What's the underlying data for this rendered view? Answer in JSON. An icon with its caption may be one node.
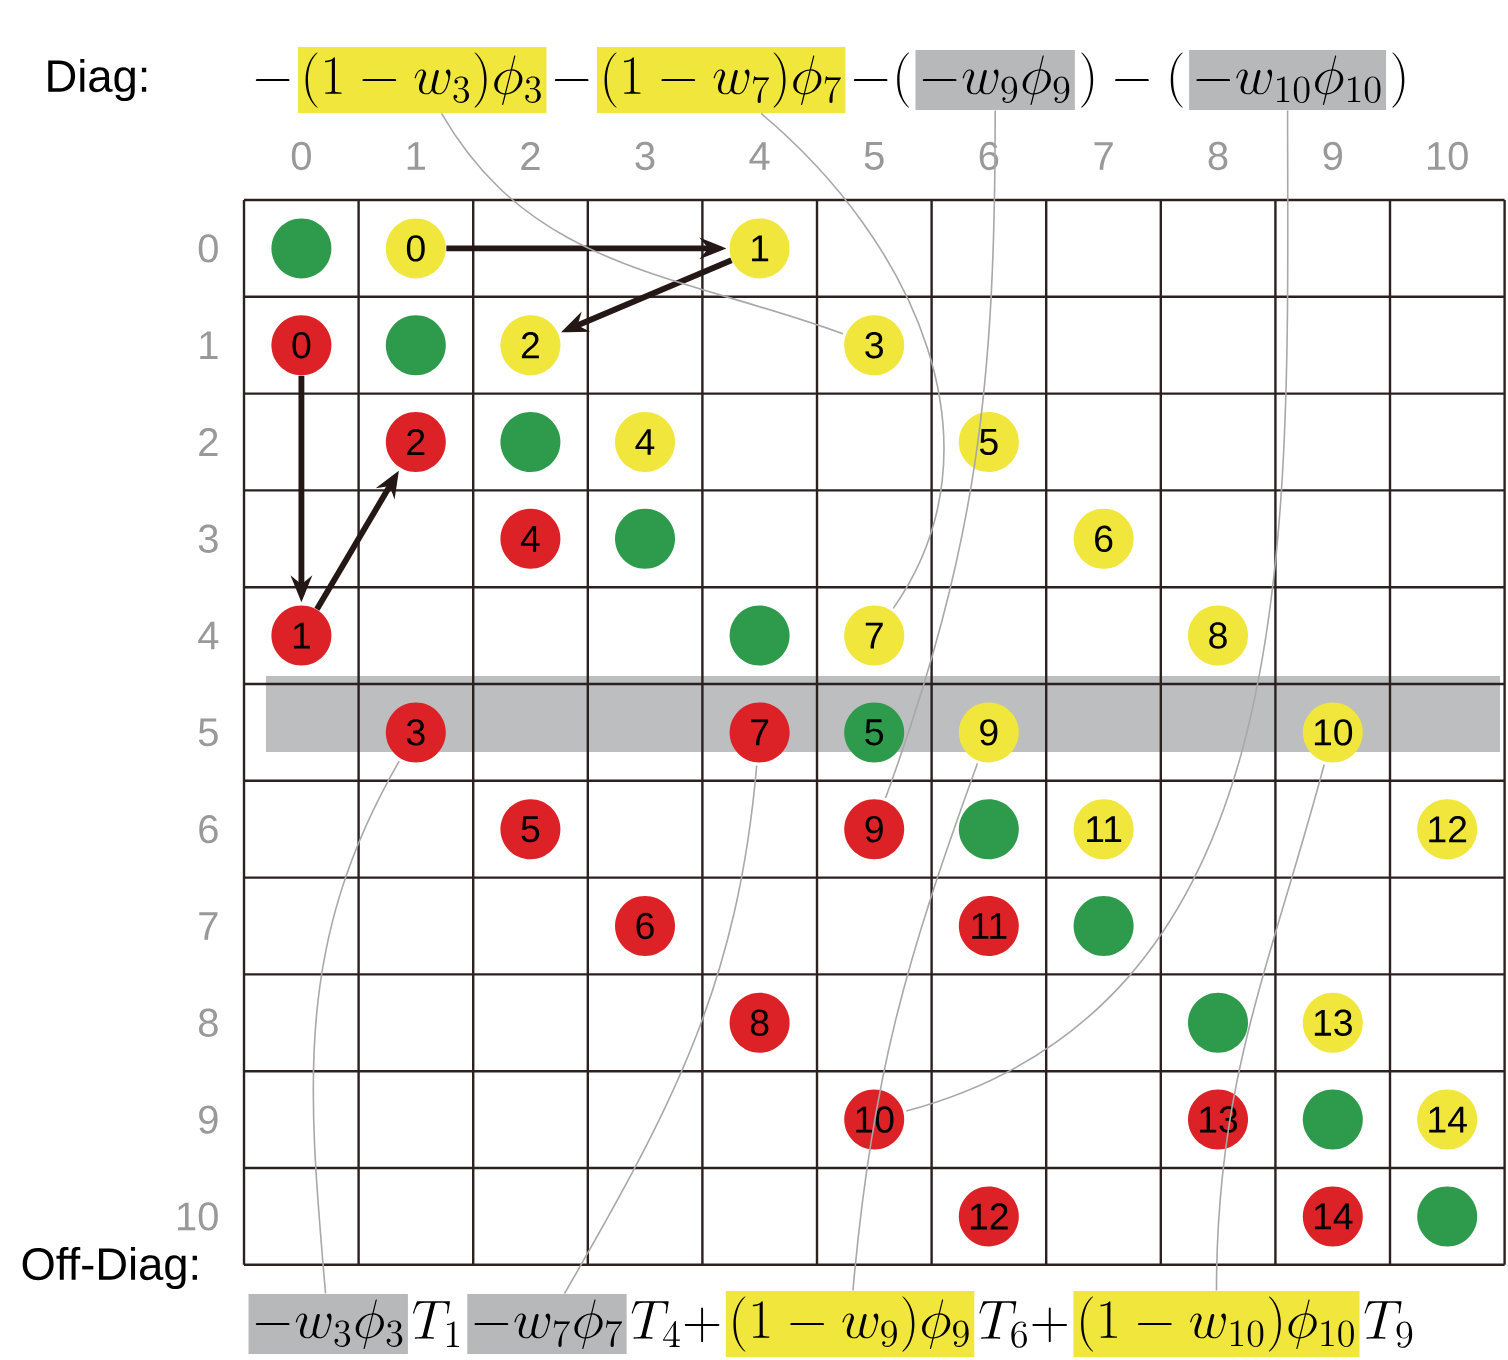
{
  "diagram": {
    "nodes": [
      {
        "text": [
          "(1-w_3)\\phi_3"
        ]
      },
      {
        "text": [
          "(1-w_7)\\phi_7"
        ]
      },
      {
        "text": [
          "-w_9\\phi_9"
        ]
      },
      {
        "text": [
          "-w_{10}\\phi_{10}"
        ]
      },
      {
        "text": [],
        "shape": "circle"
      },
      {
        "text": [
          "0"
        ]
      },
      {
        "text": [
          "1"
        ]
      },
      {
        "text": [
          "0"
        ]
      },
      {
        "text": [],
        "shape": "circle"
      },
      {
        "text": [
          "2"
        ]
      },
      {
        "text": [
          "3"
        ]
      },
      {
        "text": [
          "2"
        ]
      },
      {
        "text": [],
        "shape": "circle"
      },
      {
        "text": [
          "4"
        ]
      },
      {
        "text": [
          "5"
        ]
      },
      {
        "text": [
          "4"
        ]
      },
      {
        "text": [],
        "shape": "circle"
      },
      {
        "text": [
          "6"
        ]
      },
      {
        "text": [
          "1"
        ]
      },
      {
        "text": [],
        "shape": "circle"
      },
      {
        "text": [
          "7"
        ]
      },
      {
        "text": [
          "8"
        ]
      },
      {
        "text": [
          "3"
        ]
      },
      {
        "text": [
          "7"
        ]
      },
      {
        "text": [
          "5"
        ]
      },
      {
        "text": [
          "9"
        ]
      },
      {
        "text": [
          "10"
        ]
      },
      {
        "text": [
          "5"
        ]
      },
      {
        "text": [
          "9"
        ]
      },
      {
        "text": [],
        "shape": "circle"
      },
      {
        "text": [
          "11"
        ]
      },
      {
        "text": [
          "12"
        ]
      },
      {
        "text": [
          "6"
        ]
      },
      {
        "text": [
          "11"
        ]
      },
      {
        "text": [],
        "shape": "circle"
      },
      {
        "text": [
          "8"
        ]
      },
      {
        "text": [],
        "shape": "circle"
      },
      {
        "text": [
          "13"
        ]
      },
      {
        "text": [
          "10"
        ]
      },
      {
        "text": [
          "13"
        ]
      },
      {
        "text": [],
        "shape": "circle"
      },
      {
        "text": [
          "14"
        ]
      },
      {
        "text": [
          "12"
        ]
      },
      {
        "text": [
          "14"
        ]
      },
      {
        "text": [],
        "shape": "circle"
      },
      {
        "text": [
          "-w_3\\phi_3"
        ]
      },
      {
        "text": [
          "-w_7\\phi_7"
        ]
      },
      {
        "text": [
          "(1-w_9)\\phi_9"
        ]
      },
      {
        "text": [
          "(1-w_{10})\\phi_{10}"
        ]
      }
    ],
    "edges": [
      {
        "from": 5,
        "to": 6,
        "arrow": "to",
        "style": "thick",
        "color": "#231815"
      },
      {
        "from": 6,
        "to": 9,
        "arrow": "to",
        "style": "thick",
        "color": "#231815"
      },
      {
        "from": 7,
        "to": 18,
        "arrow": "to",
        "style": "thick",
        "color": "#231815"
      },
      {
        "from": 18,
        "to": 11,
        "arrow": "to",
        "style": "thick",
        "color": "#231815"
      },
      {
        "from": 0,
        "to": 10,
        "arrow": "none"
      },
      {
        "from": 1,
        "to": 20,
        "arrow": "none"
      },
      {
        "from": 2,
        "to": 28,
        "arrow": "none"
      },
      {
        "from": 3,
        "to": 38,
        "arrow": "none"
      },
      {
        "from": 45,
        "to": 22,
        "arrow": "none"
      },
      {
        "from": 46,
        "to": 23,
        "arrow": "none"
      },
      {
        "from": 47,
        "to": 25,
        "arrow": "none"
      },
      {
        "from": 48,
        "to": 26,
        "arrow": "none"
      }
    ],
    "labels": [
      "Diag:",
      "-",
      "-",
      "-(",
      ")-(",
      ")",
      "0",
      "1",
      "2",
      "3",
      "4",
      "5",
      "6",
      "7",
      "8",
      "9",
      "10",
      "0",
      "1",
      "2",
      "3",
      "4",
      "5",
      "6",
      "7",
      "8",
      "9",
      "10",
      "Off-Diag:",
      "T_1",
      "T_4+",
      "T_6+",
      "T_9"
    ]
  }
}
